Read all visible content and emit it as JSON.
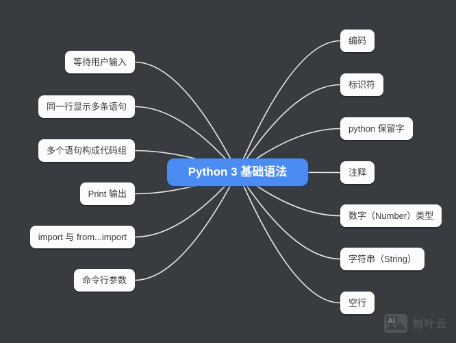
{
  "background_color": "#383b40",
  "center": {
    "label": "Python 3 基础语法",
    "fill_color": "#4a8cf2",
    "text_color": "#ffffff"
  },
  "left_nodes": [
    {
      "label": "等待用户输入"
    },
    {
      "label": "同一行显示多条语句"
    },
    {
      "label": "多个语句构成代码组"
    },
    {
      "label": "Print 输出"
    },
    {
      "label": "import 与 from...import"
    },
    {
      "label": "命令行参数"
    }
  ],
  "right_nodes": [
    {
      "label": "编码"
    },
    {
      "label": "标识符"
    },
    {
      "label": "python 保留字"
    },
    {
      "label": "注释"
    },
    {
      "label": "数字（Number）类型"
    },
    {
      "label": "字符串（String）"
    },
    {
      "label": "空行"
    }
  ],
  "node_style": {
    "background": "#fcfcfc",
    "text_color": "#3b3b3b",
    "connector_color": "#e9eaec"
  },
  "watermark": {
    "logo_text": "AI",
    "brand": "树叶云"
  }
}
